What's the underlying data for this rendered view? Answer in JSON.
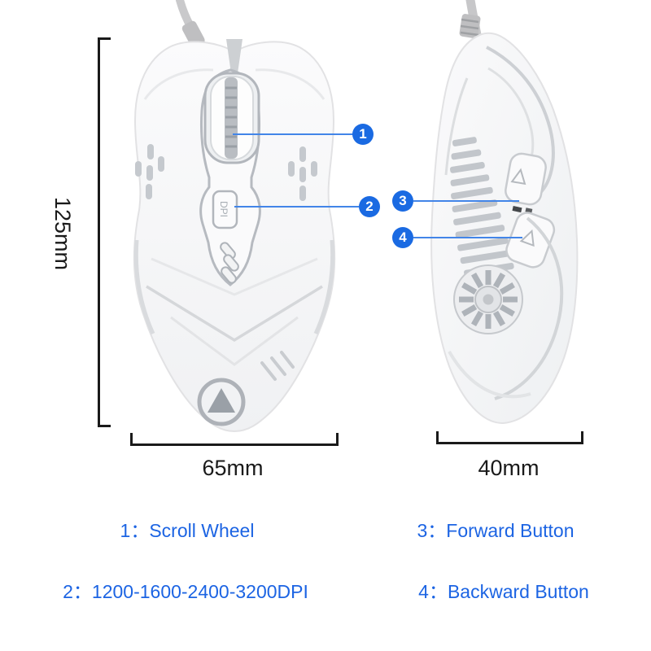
{
  "figure": {
    "background": "#ffffff"
  },
  "colors": {
    "badge_blue": "#1a6ae2",
    "leader_blue": "#4285e8",
    "legend_blue": "#1c64e3",
    "dimension_color": "#1a1a1a"
  },
  "dimensions": {
    "height": "125mm",
    "width": "65mm",
    "depth": "40mm"
  },
  "callouts": [
    {
      "number": "1",
      "prefix": "1：",
      "label": "Scroll Wheel"
    },
    {
      "number": "2",
      "prefix": "2：",
      "label": "1200-1600-2400-3200DPI"
    },
    {
      "number": "3",
      "prefix": "3：",
      "label": "Forward Button"
    },
    {
      "number": "4",
      "prefix": "4：",
      "label": "Backward Button"
    }
  ],
  "mouse": {
    "dpi_button_text": "DPI"
  }
}
